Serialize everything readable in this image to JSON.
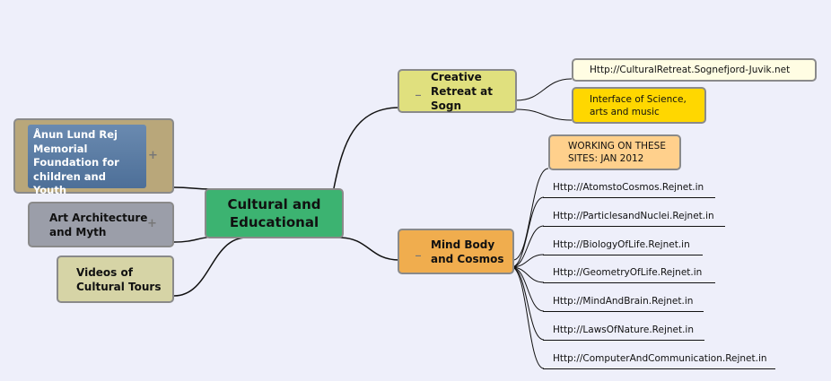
{
  "central": {
    "label_line1": "Cultural and",
    "label_line2": "Educational"
  },
  "left": [
    {
      "lines": [
        "Ånun Lund Rej",
        "Memorial",
        "Foundation for",
        "children and Youth"
      ],
      "collapsed": true
    },
    {
      "lines": [
        "Art Architecture",
        "and Myth"
      ],
      "collapsed": true
    },
    {
      "lines": [
        "Videos of",
        "Cultural Tours"
      ]
    }
  ],
  "creative": {
    "lines": [
      "Creative",
      "Retreat at Sogn"
    ],
    "children": [
      {
        "text": "Http://CulturalRetreat.Sognefjord-Juvik.net"
      },
      {
        "lines": [
          "Interface of Science,",
          "arts and music"
        ]
      }
    ]
  },
  "mind": {
    "lines": [
      "Mind Body",
      "and Cosmos"
    ],
    "note": [
      "WORKING ON THESE",
      "SITES: JAN 2012"
    ],
    "links": [
      "Http://AtomstoCosmos.Rejnet.in",
      "Http://ParticlesandNuclei.Rejnet.in",
      "Http://BiologyOfLife.Rejnet.in",
      "Http://GeometryOfLife.Rejnet.in",
      "Http://MindAndBrain.Rejnet.in",
      "Http://LawsOfNature.Rejnet.in",
      "Http://ComputerAndCommunication.Rejnet.in"
    ]
  },
  "symbols": {
    "expand": "+",
    "collapse": "_"
  },
  "colors": {
    "central": "#3cb371",
    "foundation_outer": "#b9a77a",
    "foundation_inner": "#5a7aa0",
    "art": "#9b9ea9",
    "videos": "#d6d4a6",
    "creative": "#e0e07e",
    "url_box": "#fffde3",
    "interface": "#ffd700",
    "mind": "#f0ad4e",
    "note": "#ffd08c"
  }
}
